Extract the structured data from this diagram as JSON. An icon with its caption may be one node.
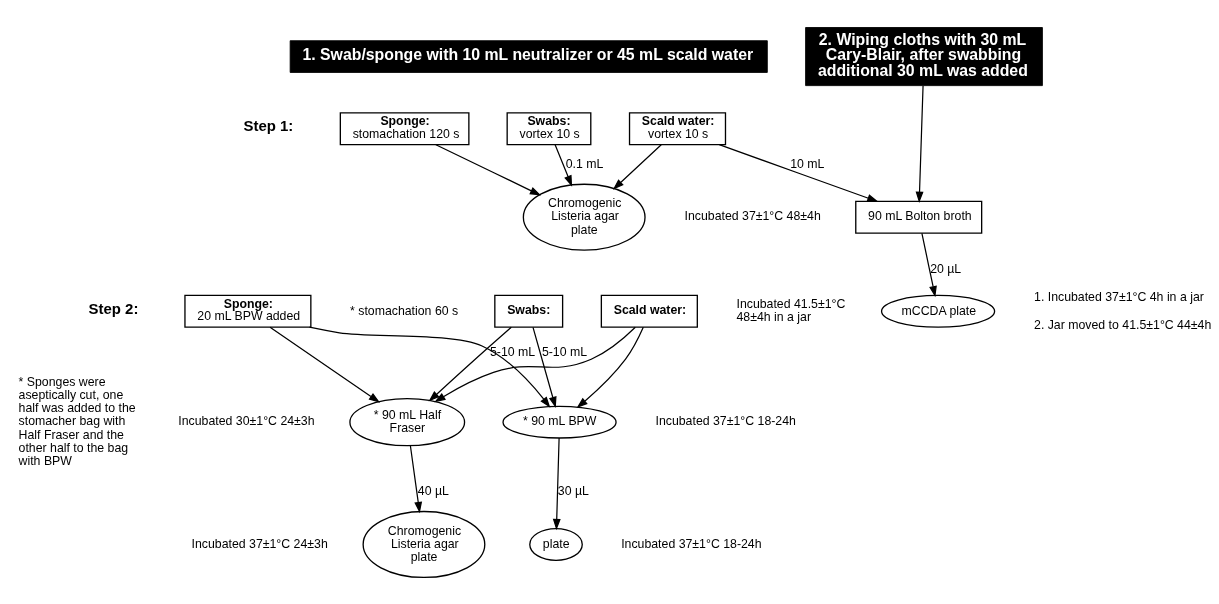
{
  "diagram": {
    "nodes": [
      {
        "text": [
          "1. Swab/sponge with 10 mL neutralizer or 45 mL scald water"
        ]
      },
      {
        "text": [
          "Sponge:",
          "stomachation 120 s"
        ]
      },
      {
        "text": [
          "Swabs:",
          "vortex 10 s"
        ]
      },
      {
        "text": [
          "Scald water:",
          "vortex 10 s"
        ]
      },
      {
        "text": [
          "Chromogenic Listeria agar plate"
        ],
        "beside": [
          "Incubated 37±1°C 48±4h"
        ]
      },
      {
        "text": [
          "2. Wiping cloths with 30 mL Cary-Blair, after swabbing additional 30 mL was added"
        ]
      },
      {
        "text": [
          "90 mL Bolton broth"
        ],
        "beside": [
          "1. Incubated 37±1°C 4h in a jar",
          "2. Jar moved to 41.5±1°C 44±4h"
        ]
      },
      {
        "text": [
          "mCCDA plate"
        ],
        "beside": [
          "Incubated 41.5±1°C 48±4h in a jar"
        ]
      },
      {
        "text": [
          "Sponge:",
          "20 mL BPW added"
        ],
        "beside": [
          "* stomachation 60 s"
        ]
      },
      {
        "text": [
          "Swabs:"
        ]
      },
      {
        "text": [
          "Scald water:"
        ]
      },
      {
        "text": [
          "* 90 mL Half Fraser"
        ],
        "beside": [
          "Incubated 30±1°C 24±3h"
        ]
      },
      {
        "text": [
          "* 90 mL BPW"
        ],
        "beside": [
          "Incubated 37±1°C 18-24h"
        ]
      },
      {
        "text": [
          "Chromogenic Listeria agar plate"
        ],
        "beside": [
          "Incubated 37±1°C 24±3h"
        ]
      },
      {
        "text": [
          "plate"
        ],
        "beside": [
          "Incubated 37±1°C 18-24h"
        ]
      }
    ],
    "edges": [
      {
        "from": 1,
        "to": 4,
        "arrow": "to"
      },
      {
        "from": 2,
        "to": 4,
        "arrow": "to",
        "label": "0.1 mL"
      },
      {
        "from": 3,
        "to": 4,
        "arrow": "to"
      },
      {
        "from": 3,
        "to": 6,
        "arrow": "to",
        "label": "10 mL"
      },
      {
        "from": 5,
        "to": 6,
        "arrow": "to"
      },
      {
        "from": 6,
        "to": 7,
        "arrow": "to",
        "label": "20 µL"
      },
      {
        "from": 8,
        "to": 11,
        "arrow": "to"
      },
      {
        "from": 8,
        "to": 12,
        "arrow": "to"
      },
      {
        "from": 9,
        "to": 11,
        "arrow": "to",
        "label": "5-10 mL"
      },
      {
        "from": 9,
        "to": 12,
        "arrow": "to",
        "label": "5-10 mL"
      },
      {
        "from": 10,
        "to": 11,
        "arrow": "to"
      },
      {
        "from": 10,
        "to": 12,
        "arrow": "to"
      },
      {
        "from": 11,
        "to": 13,
        "arrow": "to",
        "label": "40 µL"
      },
      {
        "from": 12,
        "to": 14,
        "arrow": "to",
        "label": "30 µL"
      }
    ],
    "labels": [
      "Step 1:",
      "Step 2:",
      "* Sponges were aseptically cut, one half was added to the stomacher bag with Half Fraser and the other half to the bag with BPW"
    ]
  }
}
